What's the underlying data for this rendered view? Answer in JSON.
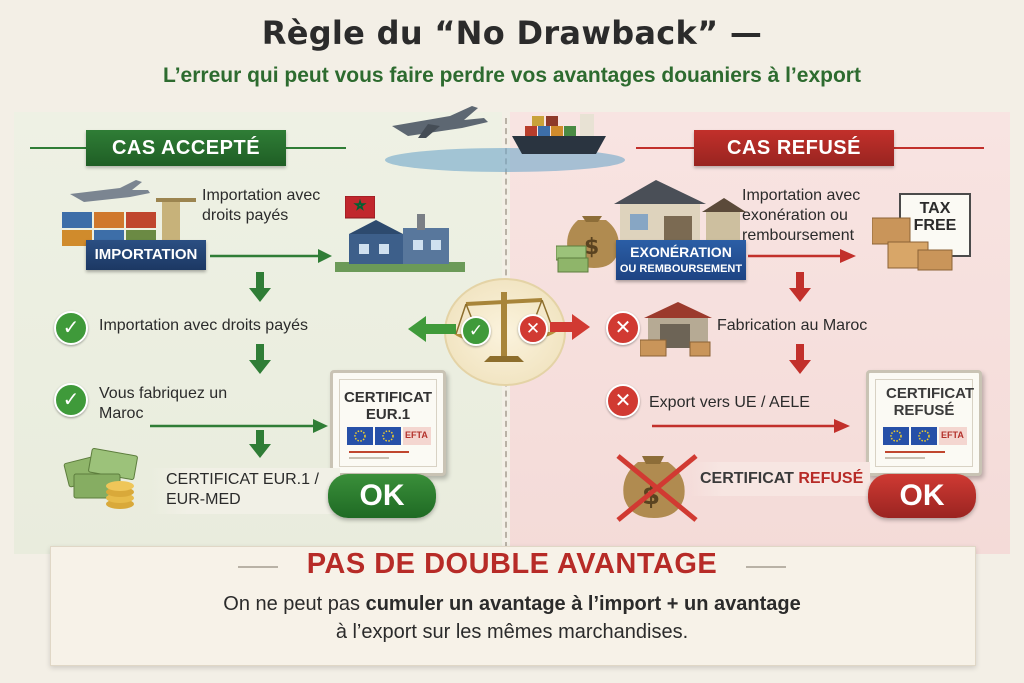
{
  "header": {
    "title": "Règle du “No Drawback” —",
    "subtitle": "L’erreur qui peut vous faire perdre vos avantages douaniers à l’export"
  },
  "left": {
    "banner": "CAS ACCEPTÉ",
    "import_label": "IMPORTATION",
    "import_note": "Importation avec droits payés",
    "step1": "Importation avec droits payés",
    "step2": "Vous fabriquez un Maroc",
    "certificate_title": "CERTIFICAT EUR.1",
    "certificate_efta": "EFTA",
    "final_label": "CERTIFICAT EUR.1 / EUR-MED",
    "ok": "OK"
  },
  "right": {
    "banner": "CAS REFUSÉ",
    "exoneration_label_1": "EXONÉRATION",
    "exoneration_label_2": "OU REMBOURSEMENT",
    "import_note": "Importation avec exonération ou remboursement",
    "tax_free": "TAX FREE",
    "step1": "Fabrication au Maroc",
    "step2": "Export vers UE / AELE",
    "certificate_title": "CERTIFICAT REFUSÉ",
    "certificate_efta": "EFTA",
    "final_label_1": "CERTIFICAT",
    "final_label_2": "REFUSÉ",
    "ok": "OK"
  },
  "bottom": {
    "heading": "PAS DE DOUBLE AVANTAGE",
    "line1_a": "On ne peut pas ",
    "line1_b": "cumuler un avantage à l’import + un avantage",
    "line2": "à l’export sur les mêmes marchandises."
  },
  "colors": {
    "green": "#2f7d36",
    "red": "#c2302b",
    "check_green": "#3f9a3a",
    "cross_red": "#d13a32"
  },
  "icons": [
    "airplane-icon",
    "cargo-ship-icon",
    "container-icon",
    "morocco-flag-icon",
    "factory-icon",
    "house-icon",
    "money-bag-icon",
    "tax-free-sign-icon",
    "scales-icon",
    "check-icon",
    "cross-icon",
    "arrow-icon",
    "coins-icon",
    "banknotes-icon",
    "certificate-icon"
  ]
}
